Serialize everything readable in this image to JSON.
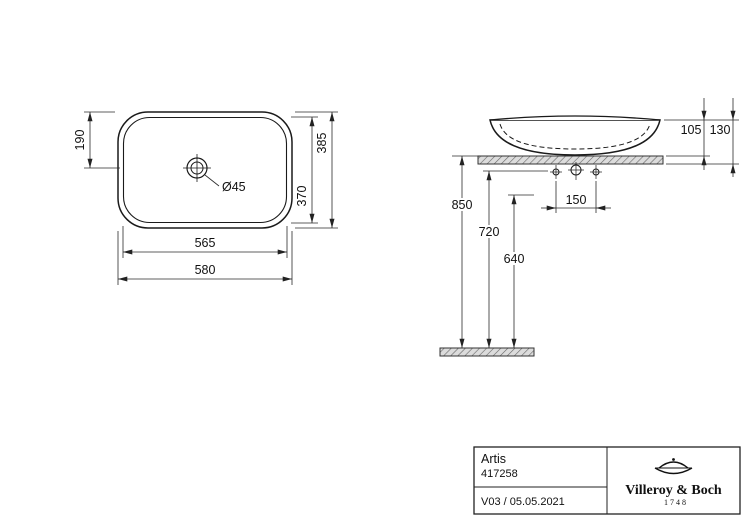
{
  "top_view": {
    "d580": "580",
    "d565": "565",
    "d385": "385",
    "d370": "370",
    "d190": "190",
    "drain": "Ø45"
  },
  "front_view": {
    "d105": "105",
    "d130": "130",
    "d850": "850",
    "d720": "720",
    "d640": "640",
    "d150": "150"
  },
  "title_block": {
    "product_name": "Artis",
    "article_number": "417258",
    "version_date": "V03 / 05.05.2021",
    "brand_name": "Villeroy & Boch",
    "brand_year": "1748"
  },
  "icons": {
    "brand_logo": "villeroy-boch-tureen-icon"
  },
  "colors": {
    "object_line": "#1a1a1a",
    "dimension_line": "#2a2a2a",
    "background": "#ffffff",
    "hatch_fill": "#dcdcdc"
  }
}
